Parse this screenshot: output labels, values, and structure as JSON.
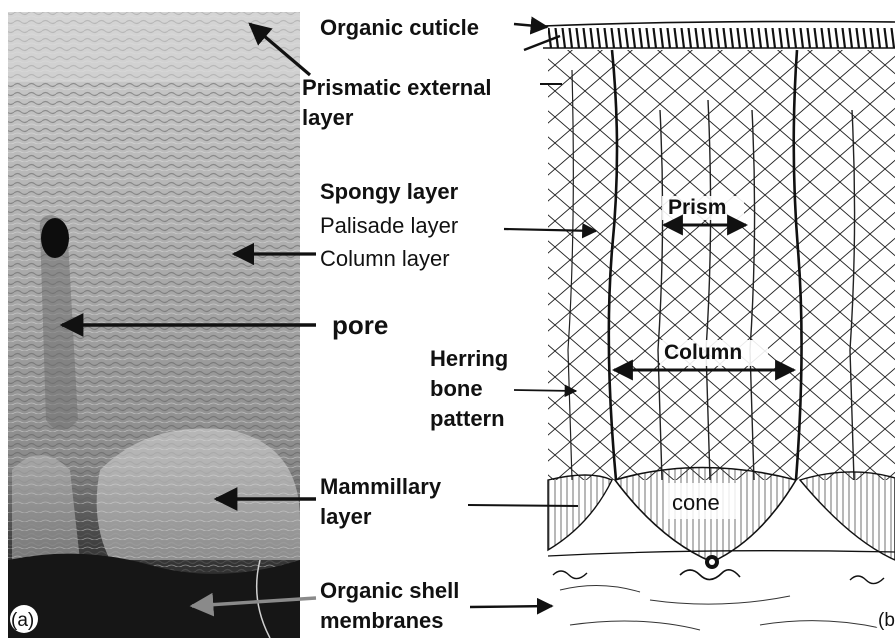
{
  "figure": {
    "panel_a_label": "(a)",
    "panel_b_label": "(b",
    "labels": {
      "organic_cuticle": "Organic cuticle",
      "prismatic_line1": "Prismatic external",
      "prismatic_line2": "layer",
      "spongy": "Spongy layer",
      "palisade": "Palisade layer",
      "column_layer": "Column layer",
      "pore": "pore",
      "prism": "Prism",
      "herring_line1": "Herring",
      "herring_line2": "bone",
      "herring_line3": "pattern",
      "column": "Column",
      "cone": "cone",
      "mammillary_line1": "Mammillary",
      "mammillary_line2": "layer",
      "membranes_line1": "Organic shell",
      "membranes_line2": "membranes"
    },
    "colors": {
      "text": "#111111",
      "arrow": "#111111",
      "grey_arrow": "#8a8a8a",
      "micrograph_light": "#b9b9b9",
      "micrograph_dark": "#1c1c1c"
    }
  }
}
